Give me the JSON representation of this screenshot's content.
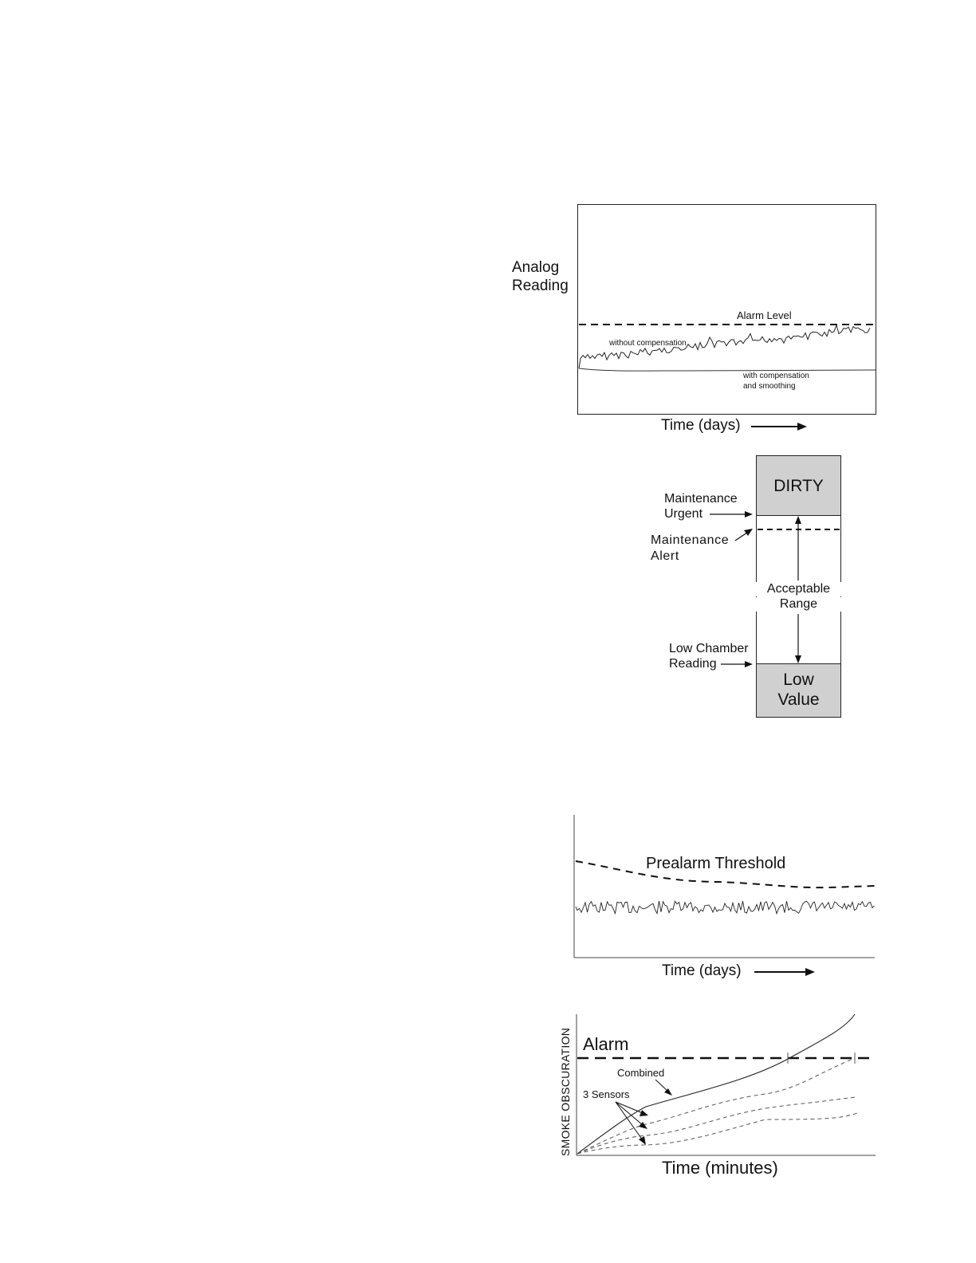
{
  "figure1": {
    "y_axis_label_line1": "Analog",
    "y_axis_label_line2": "Reading",
    "alarm_level_label": "Alarm Level",
    "without_comp_label": "without compensation",
    "with_comp_label_line1": "with compensation",
    "with_comp_label_line2": "and smoothing",
    "x_axis_label": "Time (days)"
  },
  "figure2": {
    "dirty_label": "DIRTY",
    "maint_urgent_line1": "Maintenance",
    "maint_urgent_line2": "Urgent",
    "maint_alert_line1": "Maintenance",
    "maint_alert_line2": "Alert",
    "acceptable_line1": "Acceptable",
    "acceptable_line2": "Range",
    "low_chamber_line1": "Low Chamber",
    "low_chamber_line2": "Reading",
    "low_value_line1": "Low",
    "low_value_line2": "Value",
    "colors": {
      "shaded": "#d0d0d0"
    }
  },
  "figure3": {
    "threshold_label": "Prealarm Threshold",
    "x_axis_label": "Time (days)"
  },
  "figure4": {
    "y_axis_label": "SMOKE OBSCURATION",
    "alarm_label": "Alarm",
    "combined_label": "Combined",
    "sensors_label": "3 Sensors",
    "x_axis_label": "Time (minutes)"
  }
}
